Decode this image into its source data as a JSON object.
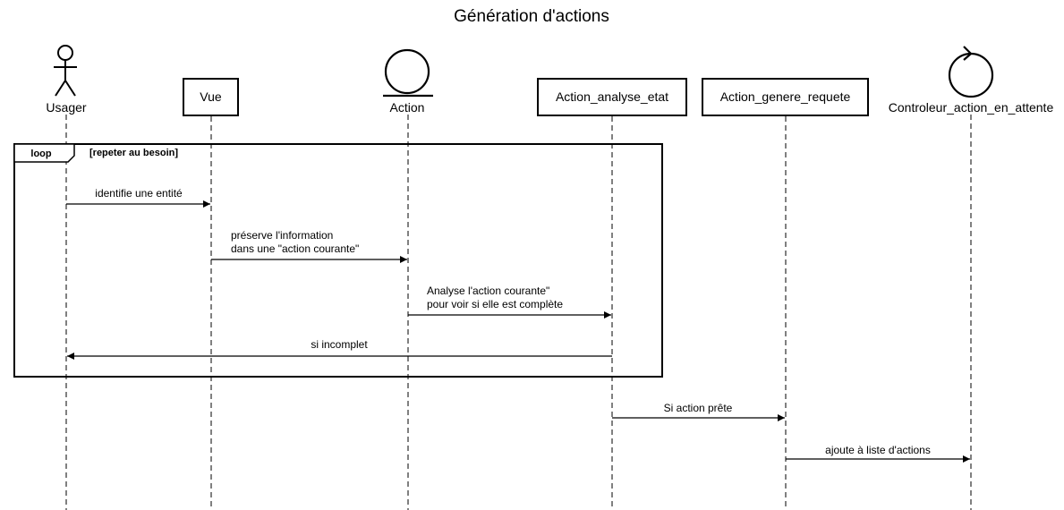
{
  "title": "Génération d'actions",
  "participants": {
    "usager": "Usager",
    "vue": "Vue",
    "action": "Action",
    "action_analyse_etat": "Action_analyse_etat",
    "action_genere_requete": "Action_genere_requete",
    "controleur": "Controleur_action_en_attente"
  },
  "fragment": {
    "operator": "loop",
    "guard": "[repeter au besoin]"
  },
  "messages": {
    "m1": [
      "identifie une entité"
    ],
    "m2": [
      "préserve l'information",
      "dans une \"action courante\""
    ],
    "m3": [
      "Analyse l'action courante\"",
      "pour voir si elle est complète"
    ],
    "m4": [
      "si incomplet"
    ],
    "m5": [
      "Si action prête"
    ],
    "m6": [
      "ajoute à liste d'actions"
    ]
  }
}
